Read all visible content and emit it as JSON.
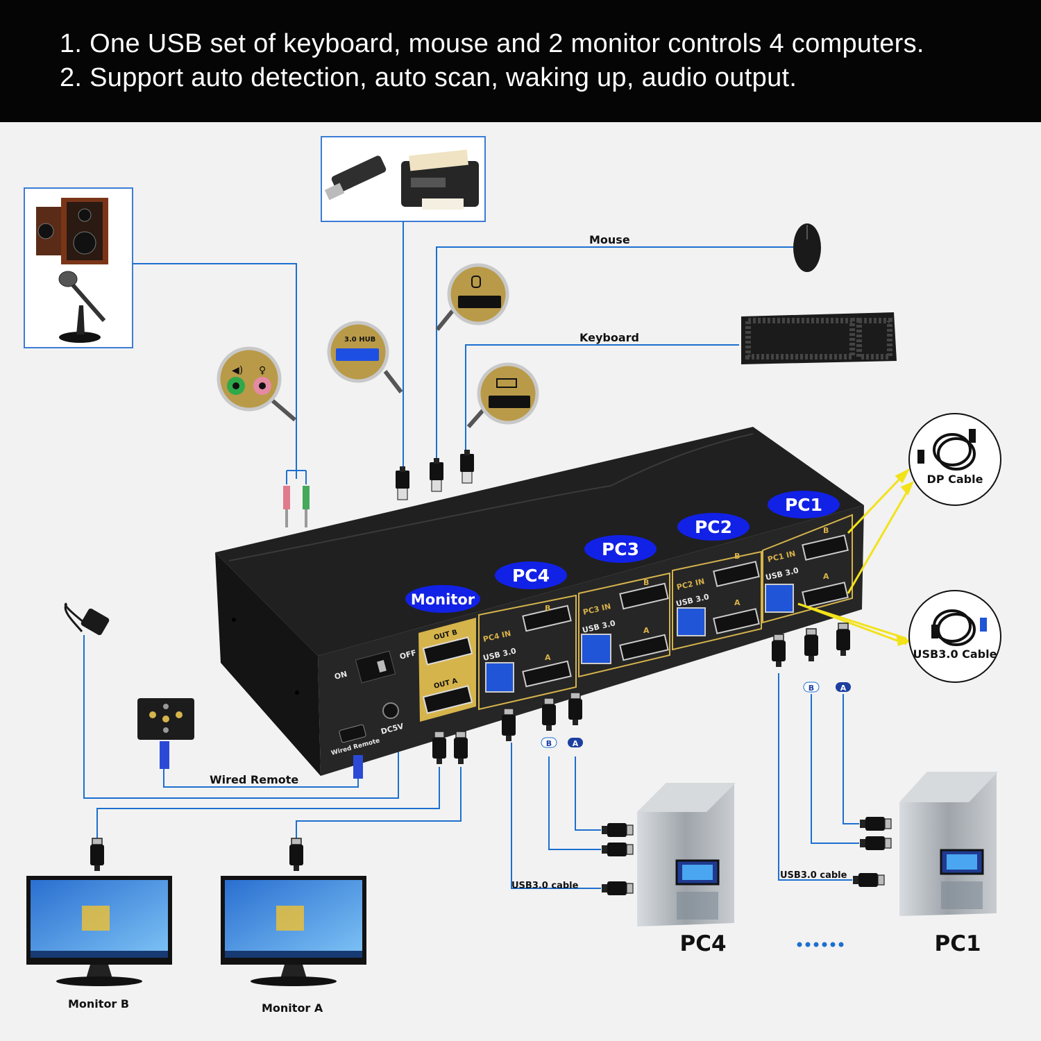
{
  "header": {
    "line1": "1. One USB set of keyboard, mouse and 2 monitor controls 4 computers.",
    "line2": "2. Support auto detection, auto scan, waking up, audio output."
  },
  "peripherals": {
    "mouse": "Mouse",
    "keyboard": "Keyboard",
    "dp_cable": "DP Cable",
    "usb_cable": "USB3.0 Cable",
    "wired_remote": "Wired Remote"
  },
  "kvm": {
    "pills": [
      "Monitor",
      "PC4",
      "PC3",
      "PC2",
      "PC1"
    ],
    "port_labels": {
      "out_b": "OUT B",
      "out_a": "OUT A",
      "pc4_in": "PC4 IN",
      "pc3_in": "PC3 IN",
      "pc2_in": "PC2 IN",
      "pc1_in": "PC1 IN",
      "usb30": "USB 3.0",
      "hub": "3.0 HUB",
      "dp_b": "B",
      "dp_a": "A",
      "on": "ON",
      "off": "OFF",
      "dc": "DC5V",
      "wired_remote_port": "Wired Remote"
    }
  },
  "cable_tags": {
    "b": "B",
    "a": "A"
  },
  "bottom": {
    "pc4": "PC4",
    "pc1": "PC1",
    "usb_cable_left": "USB3.0 cable",
    "usb_cable_right": "USB3.0 cable",
    "monitor_b": "Monitor B",
    "monitor_a": "Monitor A"
  },
  "colors": {
    "wire": "#1c6fd0",
    "pill": "#1221e6",
    "gold": "#d9b24a",
    "arrow": "#f2e21b"
  }
}
